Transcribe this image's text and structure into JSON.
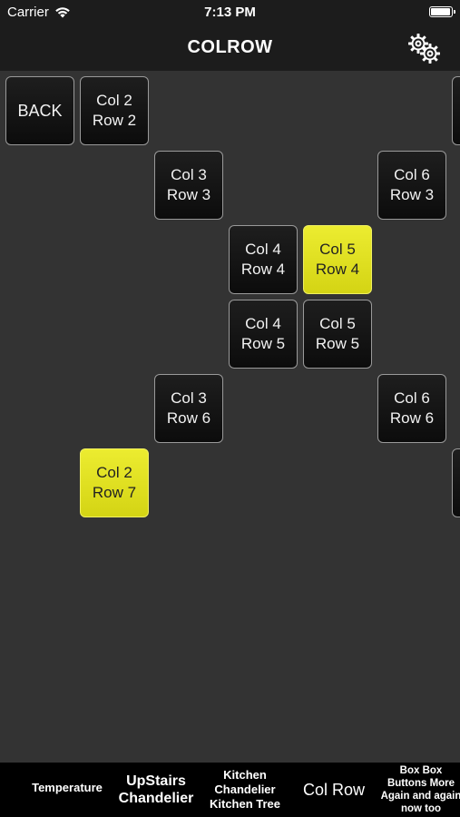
{
  "status_bar": {
    "carrier": "Carrier",
    "time": "7:13 PM",
    "battery_level": 0.95
  },
  "nav": {
    "title": "COLROW",
    "settings_icon": "gears-icon"
  },
  "colors": {
    "background": "#333333",
    "button_off": "#111111",
    "button_on": "#e2e222",
    "bar": "#1c1c1c"
  },
  "grid": {
    "back_label": "BACK",
    "cells": [
      {
        "line1": "Col 2",
        "line2": "Row 2",
        "state": "off"
      },
      {
        "line1": "Col 3",
        "line2": "Row 3",
        "state": "off"
      },
      {
        "line1": "Col 6",
        "line2": "Row 3",
        "state": "off"
      },
      {
        "line1": "Col 4",
        "line2": "Row 4",
        "state": "off"
      },
      {
        "line1": "Col 5",
        "line2": "Row 4",
        "state": "on"
      },
      {
        "line1": "Col 4",
        "line2": "Row 5",
        "state": "off"
      },
      {
        "line1": "Col 5",
        "line2": "Row 5",
        "state": "off"
      },
      {
        "line1": "Col 3",
        "line2": "Row 6",
        "state": "off"
      },
      {
        "line1": "Col 6",
        "line2": "Row 6",
        "state": "off"
      },
      {
        "line1": "Col 2",
        "line2": "Row 7",
        "state": "on"
      }
    ]
  },
  "tabs": [
    {
      "line1": "Temperature",
      "line2": "",
      "line3": "",
      "line4": ""
    },
    {
      "line1": "UpStairs",
      "line2": "Chandelier",
      "line3": "",
      "line4": ""
    },
    {
      "line1": "Kitchen",
      "line2": "Chandelier",
      "line3": "Kitchen Tree",
      "line4": ""
    },
    {
      "line1": "Col Row",
      "line2": "",
      "line3": "",
      "line4": ""
    },
    {
      "line1": "Box Box",
      "line2": "Buttons More",
      "line3": "Again and again",
      "line4": "now too"
    }
  ]
}
